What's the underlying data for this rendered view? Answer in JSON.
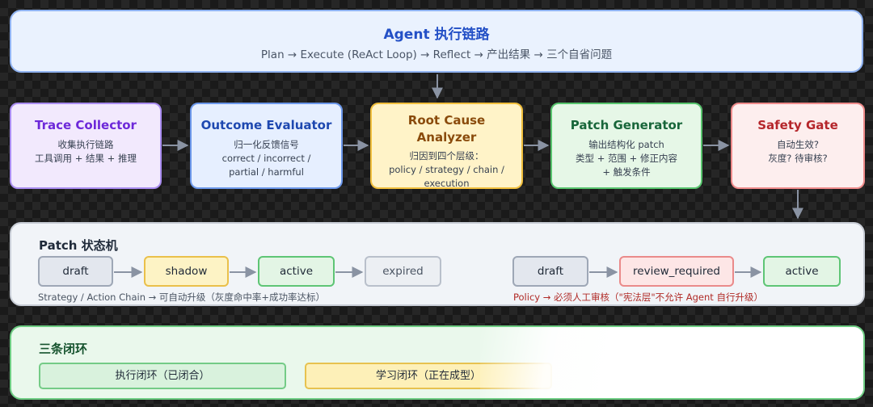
{
  "header": {
    "title": "Agent 执行链路",
    "subtitle": "Plan → Execute (ReAct Loop) → Reflect → 产出结果 → 三个自省问题"
  },
  "pipeline": [
    {
      "title": "Trace Collector",
      "desc": "收集执行链路\n工具调用 + 结果 + 推理"
    },
    {
      "title": "Outcome Evaluator",
      "desc": "归一化反馈信号\ncorrect / incorrect /\npartial / harmful"
    },
    {
      "title": "Root Cause\nAnalyzer",
      "desc": "归因到四个层级：\npolicy / strategy / chain / execution"
    },
    {
      "title": "Patch Generator",
      "desc": "输出结构化 patch\n类型 + 范围 + 修正内容\n+ 触发条件"
    },
    {
      "title": "Safety Gate",
      "desc": "自动生效?\n灰度? 待审核?"
    }
  ],
  "state_machine": {
    "title": "Patch 状态机",
    "auto_flow": {
      "states": [
        "draft",
        "shadow",
        "active",
        "expired"
      ],
      "caption": "Strategy / Action Chain → 可自动升级（灰度命中率+成功率达标）"
    },
    "policy_flow": {
      "states": [
        "draft",
        "review_required",
        "active"
      ],
      "caption": "Policy → 必须人工审核（\"宪法层\"不允许 Agent 自行升级）"
    }
  },
  "loops": {
    "title": "三条闭环",
    "items": [
      "执行闭环（已闭合）",
      "学习闭环（正在成型）"
    ]
  },
  "colors": {
    "arrow": "#8a93a3",
    "policy_caption": "#b02a26"
  }
}
